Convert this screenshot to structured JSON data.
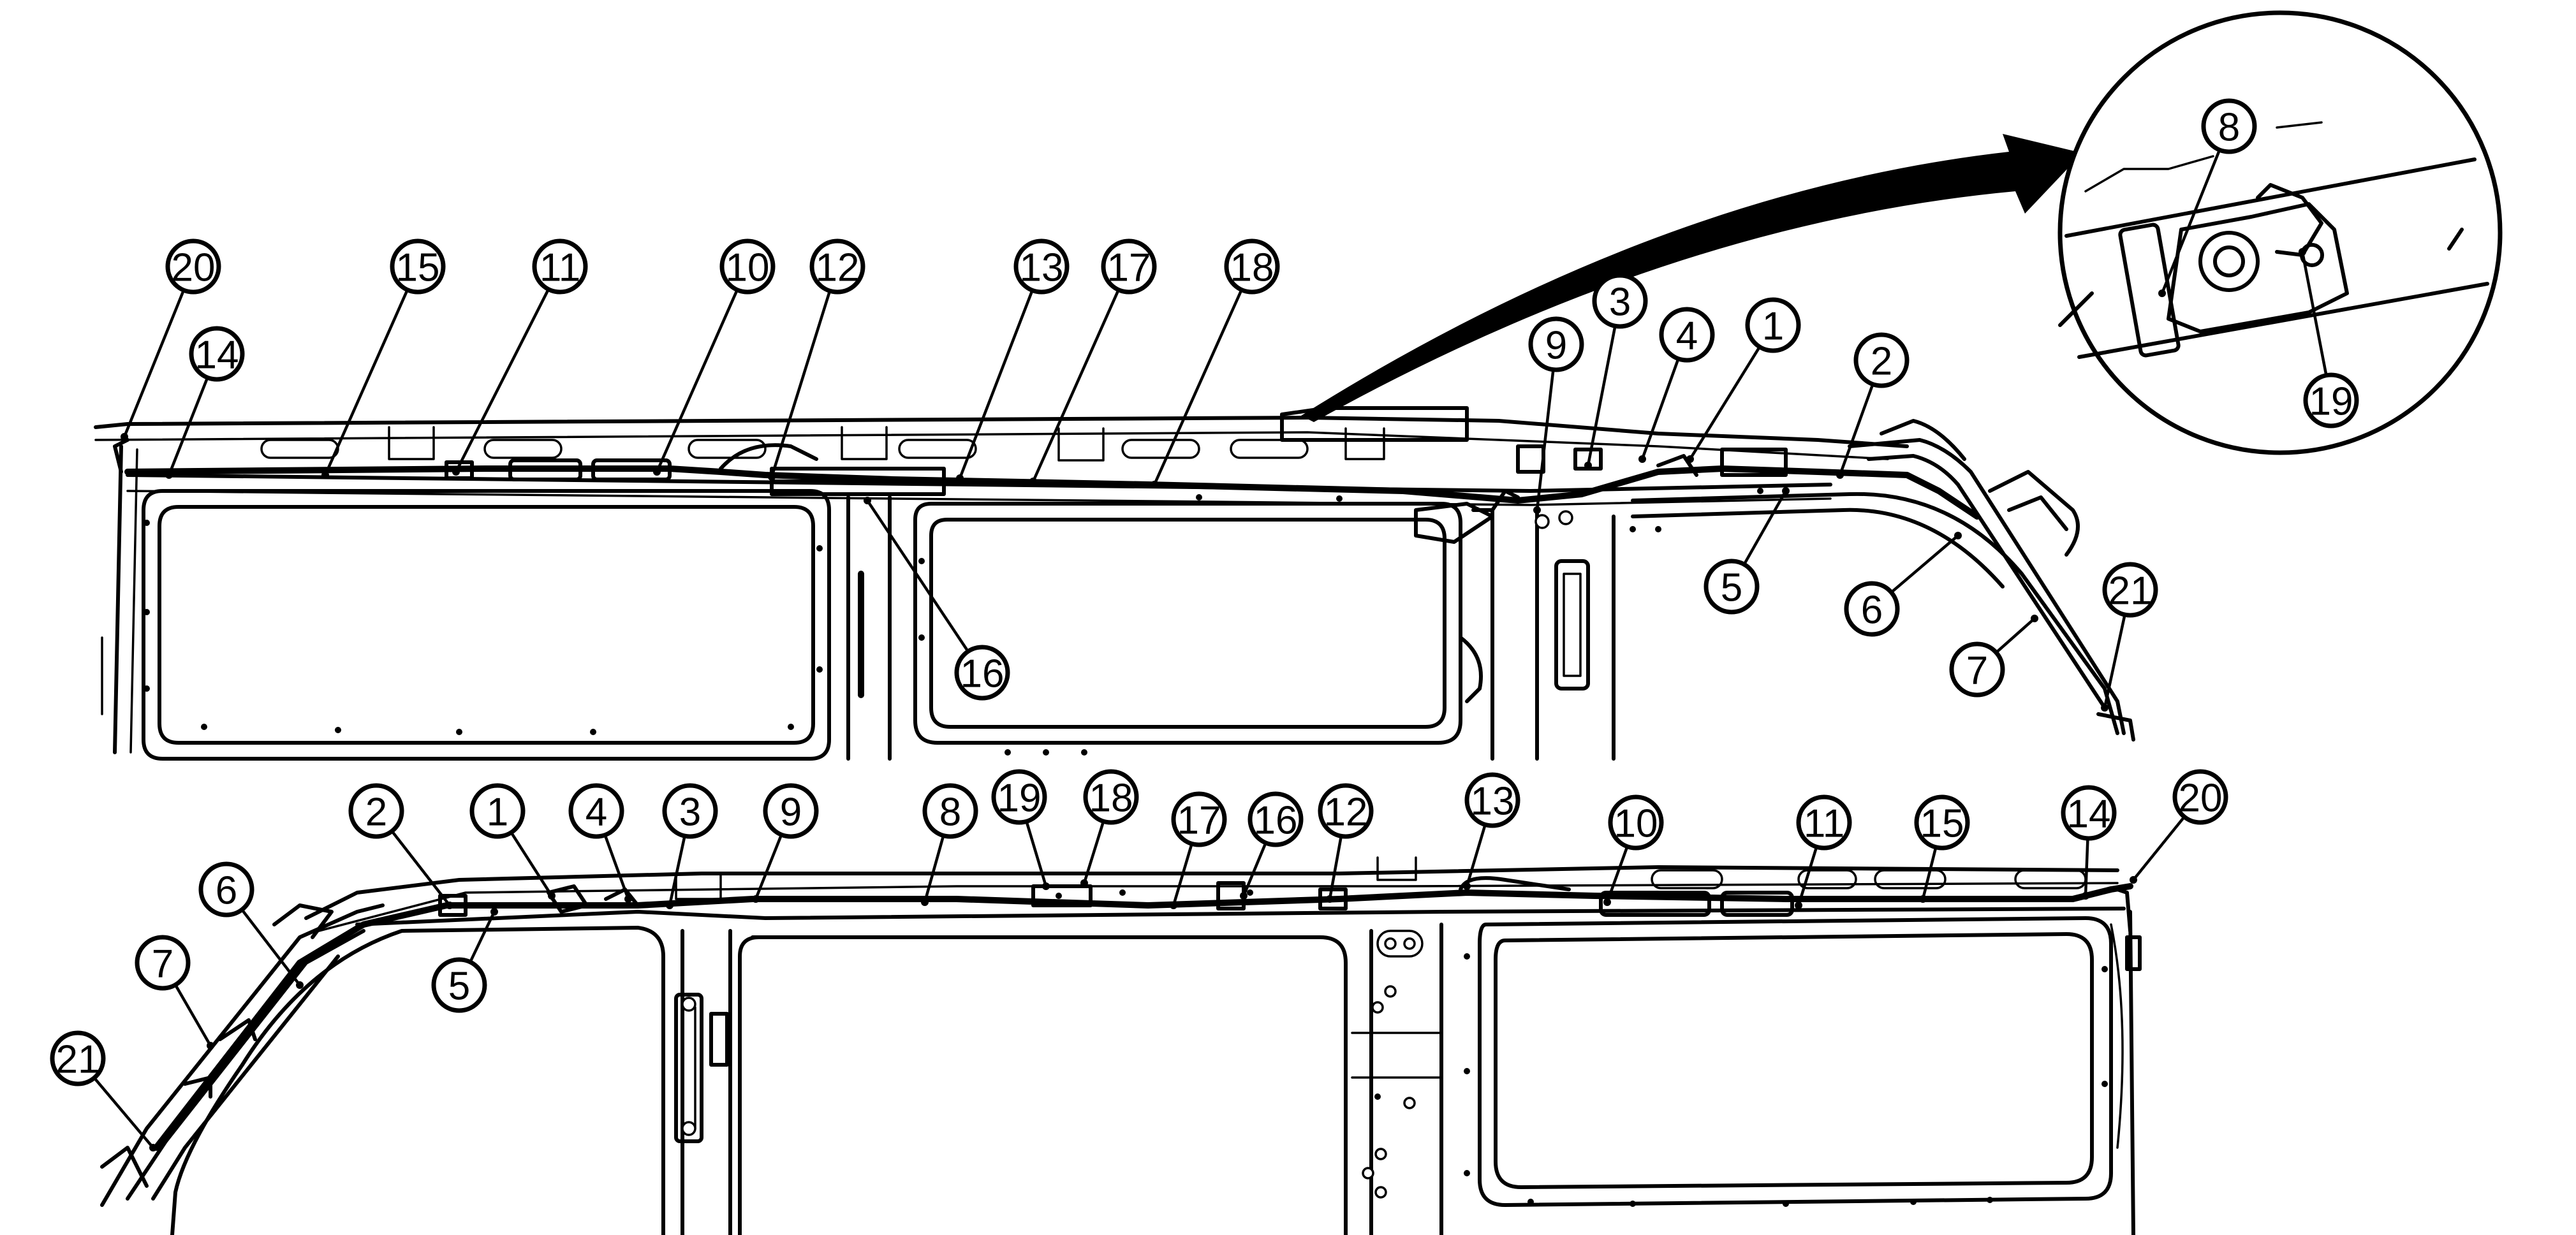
{
  "diagram": {
    "accent_color": "#000000",
    "callouts": [
      {
        "id": "t20",
        "label": "20"
      },
      {
        "id": "t15",
        "label": "15"
      },
      {
        "id": "t11",
        "label": "11"
      },
      {
        "id": "t10",
        "label": "10"
      },
      {
        "id": "t12",
        "label": "12"
      },
      {
        "id": "t13",
        "label": "13"
      },
      {
        "id": "t17",
        "label": "17"
      },
      {
        "id": "t18",
        "label": "18"
      },
      {
        "id": "t14",
        "label": "14"
      },
      {
        "id": "t16",
        "label": "16"
      },
      {
        "id": "t9",
        "label": "9"
      },
      {
        "id": "t3",
        "label": "3"
      },
      {
        "id": "t4",
        "label": "4"
      },
      {
        "id": "t1",
        "label": "1"
      },
      {
        "id": "t2",
        "label": "2"
      },
      {
        "id": "t5",
        "label": "5"
      },
      {
        "id": "t6",
        "label": "6"
      },
      {
        "id": "t7",
        "label": "7"
      },
      {
        "id": "t21",
        "label": "21"
      },
      {
        "id": "d8",
        "label": "8"
      },
      {
        "id": "d19",
        "label": "19"
      },
      {
        "id": "b2",
        "label": "2"
      },
      {
        "id": "b1",
        "label": "1"
      },
      {
        "id": "b4",
        "label": "4"
      },
      {
        "id": "b3",
        "label": "3"
      },
      {
        "id": "b9",
        "label": "9"
      },
      {
        "id": "b8",
        "label": "8"
      },
      {
        "id": "b19",
        "label": "19"
      },
      {
        "id": "b18",
        "label": "18"
      },
      {
        "id": "b17",
        "label": "17"
      },
      {
        "id": "b16",
        "label": "16"
      },
      {
        "id": "b12",
        "label": "12"
      },
      {
        "id": "b13",
        "label": "13"
      },
      {
        "id": "b10",
        "label": "10"
      },
      {
        "id": "b11",
        "label": "11"
      },
      {
        "id": "b15",
        "label": "15"
      },
      {
        "id": "b14",
        "label": "14"
      },
      {
        "id": "b20",
        "label": "20"
      },
      {
        "id": "b6",
        "label": "6"
      },
      {
        "id": "b5",
        "label": "5"
      },
      {
        "id": "b7",
        "label": "7"
      },
      {
        "id": "b21",
        "label": "21"
      }
    ]
  }
}
